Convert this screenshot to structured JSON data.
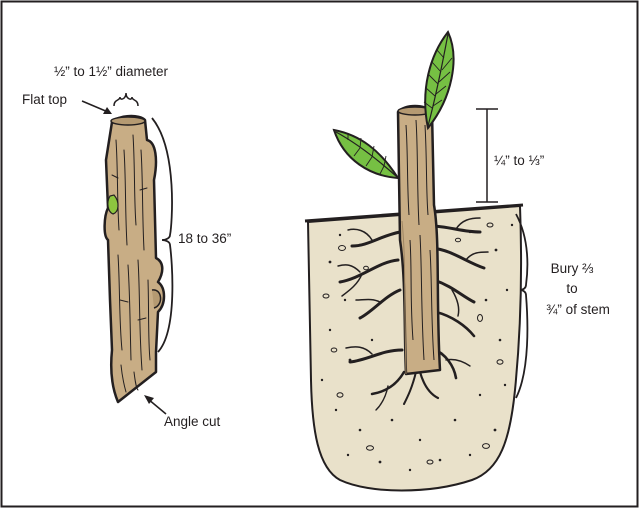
{
  "labels": {
    "diameter": "½” to 1½” diameter",
    "flat_top": "Flat top",
    "length": "18 to 36”",
    "angle_cut": "Angle cut",
    "above_ground": "¼” to ⅓”",
    "bury_line1": "Bury ⅔",
    "bury_line2": "to",
    "bury_line3": "¾” of stem"
  },
  "colors": {
    "stem": "#c8ad85",
    "stem_dark": "#9e8562",
    "soil": "#e9e1ca",
    "leaf": "#76c043",
    "bud": "#8dc63f",
    "ink": "#231f20"
  }
}
